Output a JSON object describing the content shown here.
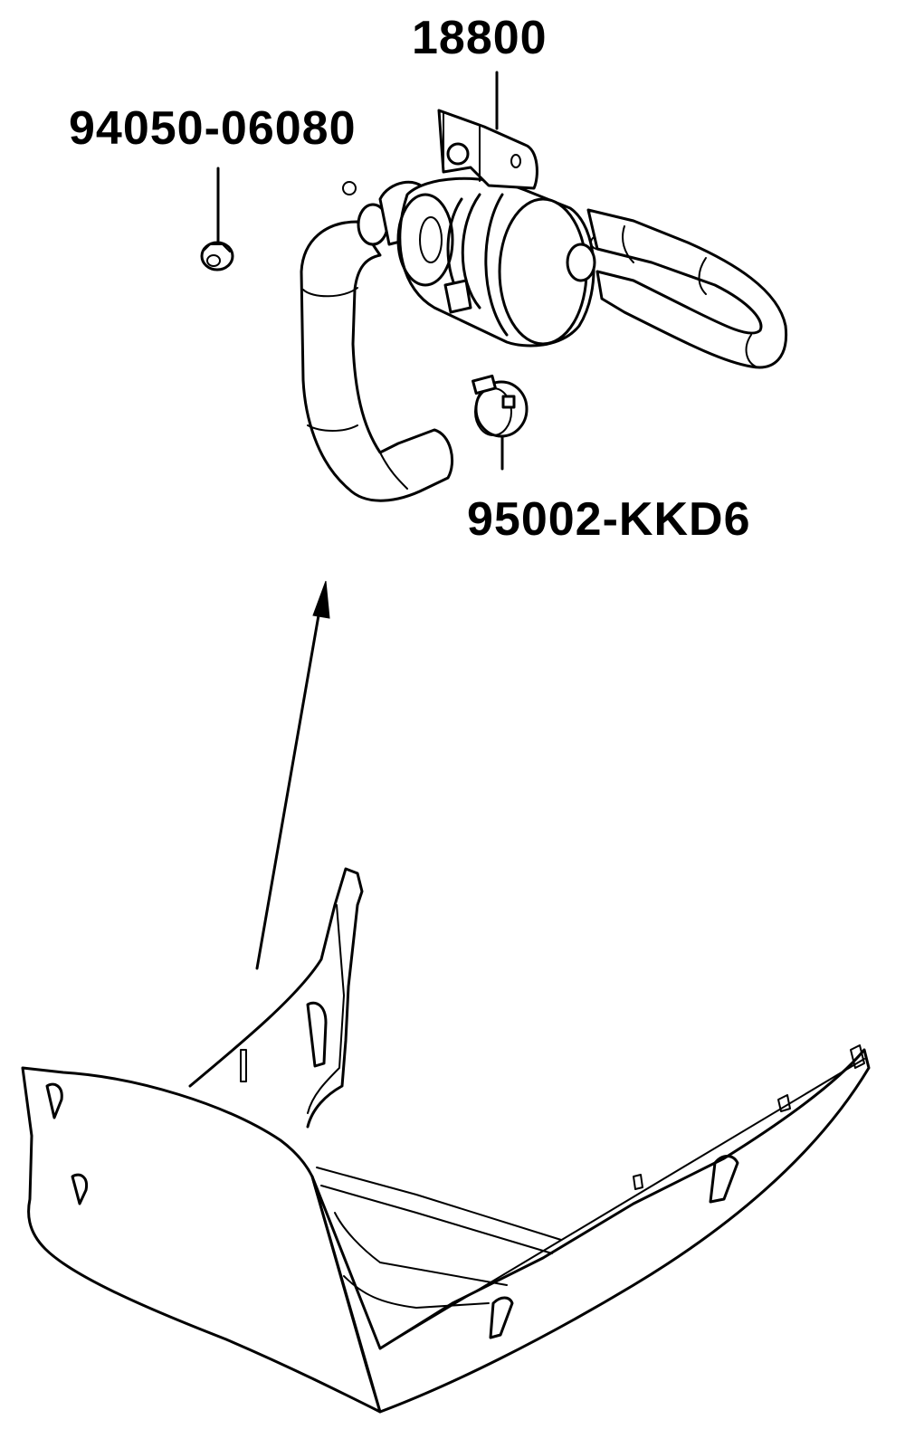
{
  "diagram": {
    "type": "exploded parts diagram",
    "colors": {
      "line": "#000000",
      "background": "#ffffff"
    },
    "parts": [
      {
        "id": "18800",
        "label": "18800",
        "description": "filter / canister assembly with mounting bracket and hoses"
      },
      {
        "id": "94050-06080",
        "label": "94050-06080",
        "description": "flange nut"
      },
      {
        "id": "95002-KKD6",
        "label": "95002-KKD6",
        "description": "hose clamp"
      }
    ],
    "assembly_arrow": {
      "direction": "up",
      "from": "floor panel / under cover",
      "to": "canister assembly"
    },
    "base_component": {
      "description": "scooter floor panel / under cover"
    }
  }
}
